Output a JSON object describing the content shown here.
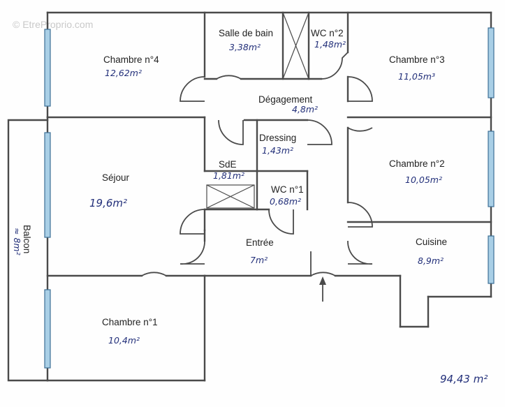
{
  "watermark": "© EtreProprio.com",
  "rooms": {
    "chambre4": {
      "name": "Chambre n°4",
      "area": "12,62m²"
    },
    "salle_de_bain": {
      "name": "Salle de bain",
      "area": "3,38m²"
    },
    "wc2": {
      "name": "WC n°2",
      "area": "1,48m²"
    },
    "chambre3": {
      "name": "Chambre n°3",
      "area": "11,05m³"
    },
    "degagement": {
      "name": "Dégagement",
      "area": "4,8m²"
    },
    "dressing": {
      "name": "Dressing",
      "area": "1,43m²"
    },
    "sejour": {
      "name": "Séjour",
      "area": "19,6m²"
    },
    "sde": {
      "name": "SdE",
      "area": "1,81m²"
    },
    "wc1": {
      "name": "WC n°1",
      "area": "0,68m²"
    },
    "chambre2": {
      "name": "Chambre n°2",
      "area": "10,05m²"
    },
    "entree": {
      "name": "Entrée",
      "area": "7m²"
    },
    "cuisine": {
      "name": "Cuisine",
      "area": "8,9m²"
    },
    "chambre1": {
      "name": "Chambre n°1",
      "area": "10,4m²"
    },
    "balcon": {
      "name": "Balcon",
      "area": "≈ 8m²"
    }
  },
  "total_area": "94,43 m²",
  "colors": {
    "wall": "#4a4a4a",
    "window": "#a9cfe6",
    "handwriting": "#23307a"
  }
}
